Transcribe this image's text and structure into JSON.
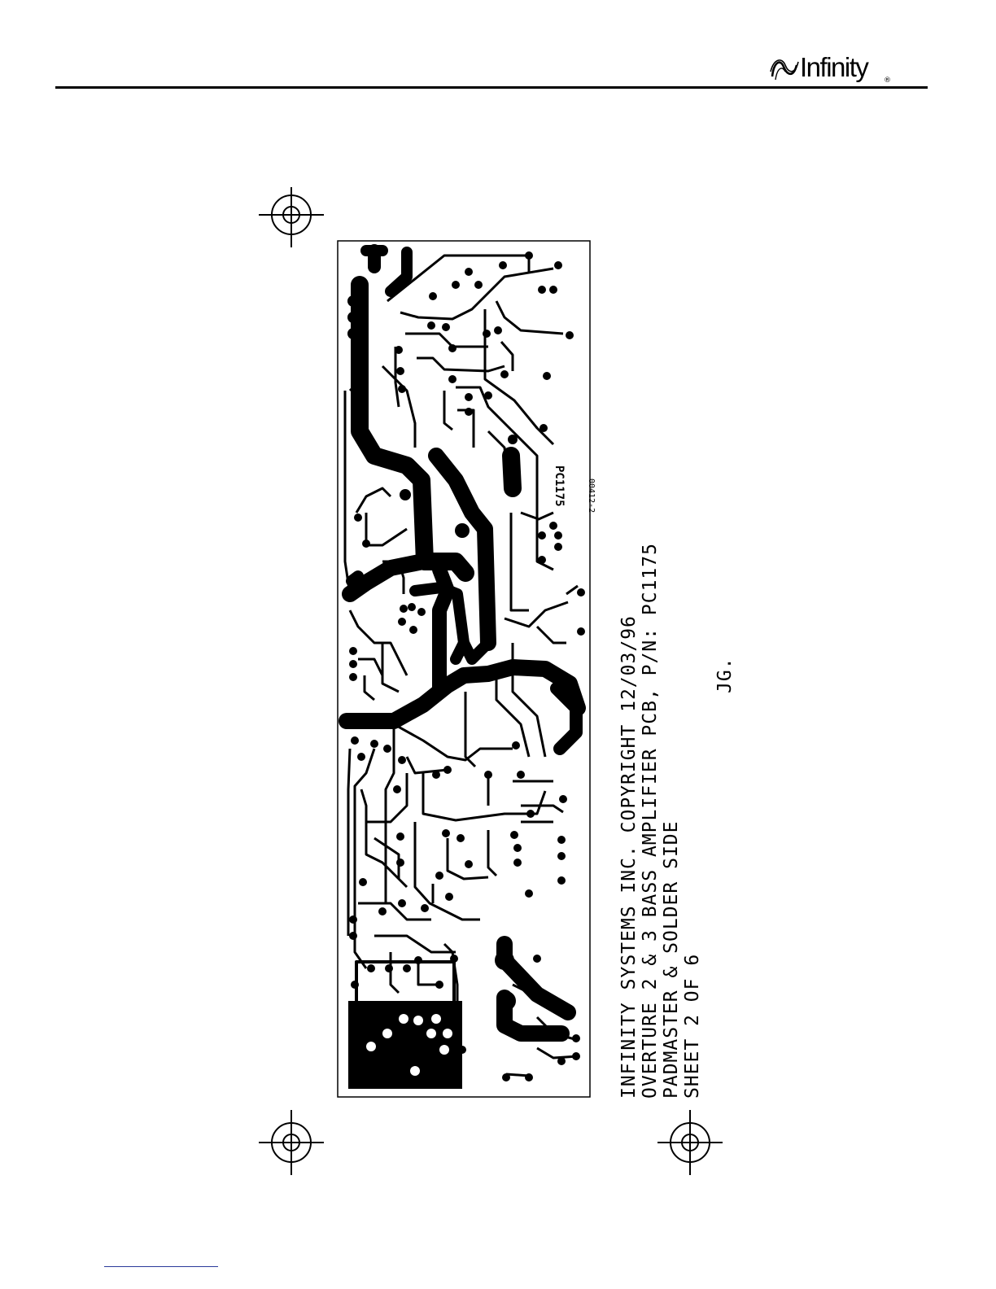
{
  "header": {
    "brand": "Infinity",
    "brand_mark": "®"
  },
  "board": {
    "silk_text": "PC1175",
    "film_code": "00412-2"
  },
  "caption": {
    "lines": [
      "INFINITY SYSTEMS INC. COPYRIGHT 12/03/96",
      "OVERTURE 2 & 3 BASS AMPLIFIER PCB, P/N: PC1175",
      "PADMASTER & SOLDER SIDE",
      "SHEET 2 OF 6"
    ],
    "initials": "JG."
  },
  "icons": {
    "logo": "infinity-wave-logo-icon",
    "registration": "registration-crosshair-icon"
  },
  "colors": {
    "ink": "#000000",
    "paper": "#ffffff",
    "footer_rule": "#2a3a9a"
  }
}
